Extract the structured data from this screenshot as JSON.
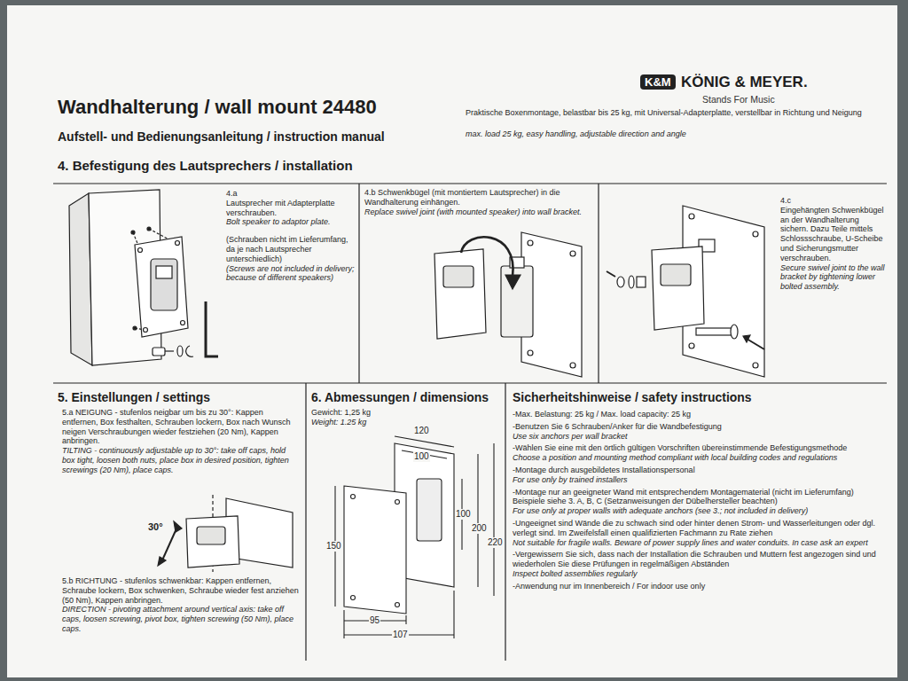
{
  "diagram": {
    "title": "Wandhalterung / wall mount 24480",
    "nodes": [
      {
        "text": [
          "4.a",
          "Lautsprecher mit Adapterplatte verschrauben.",
          "Bolt speaker to adaptor plate.",
          "(Schrauben nicht im Lieferumfang, da je nach Lautsprecher unterschiedlich)",
          "(Screws are not included in delivery; because of different speakers)"
        ]
      },
      {
        "text": [
          "4.b Schwenkbügel (mit montiertem Lautsprecher) in die Wandhalterung einhängen.",
          "Replace swivel joint (with mounted speaker) into wall bracket."
        ]
      },
      {
        "text": [
          "4.c",
          "Eingehängten Schwenkbügel an der Wandhalterung sichern. Dazu Teile mittels Schlossschraube, U-Scheibe und Sicherungsmutter verschrauben.",
          "Secure swivel joint to the wall bracket by tightening lower bolted assembly."
        ]
      },
      {
        "text": [
          "5. Einstellungen / settings",
          "5.a NEIGUNG - stufenlos neigbar um bis zu 30°: Kappen entfernen, Box festhalten, Schrauben lockern, Box nach Wunsch neigen Verschraubungen wieder festziehen (20 Nm), Kappen anbringen.",
          "TILTING - continuously adjustable up to 30°: take off caps, hold box tight, loosen both nuts, place box in desired position, tighten screwings (20 Nm), place caps.",
          "5.b RICHTUNG - stufenlos schwenkbar: Kappen entfernen, Schraube lockern, Box schwenken, Schraube wieder fest anziehen (50 Nm), Kappen anbringen.",
          "DIRECTION - pivoting attachment around vertical axis: take off caps, loosen screwing, pivot box, tighten screwing (50 Nm), place caps."
        ]
      },
      {
        "text": [
          "6. Abmessungen / dimensions",
          "Gewicht: 1,25 kg",
          "Weight: 1.25 kg"
        ]
      },
      {
        "text": [
          "Sicherheitshinweise / safety instructions",
          "-Max. Belastung: 25 kg / Max. load capacity: 25 kg",
          "-Benutzen Sie 6 Schrauben/Anker für die Wandbefestigung",
          "Use six anchors per wall bracket",
          "-Wählen Sie eine mit den örtlich gültigen Vorschriften übereinstimmende Befestigungsmethode",
          "Choose a position and mounting method compliant with local building codes and regulations",
          "-Montage durch ausgebildetes Installationspersonal",
          "For use only by trained installers",
          "-Montage nur an geeigneter Wand mit entsprechendem Montagematerial (nicht im Lieferumfang) Beispiele siehe 3. A, B, C (Setzanweisungen der Dübelhersteller beachten)",
          "For use only at proper walls with adequate anchors (see 3.; not included in delivery)",
          "-Ungeeignet sind Wände die zu schwach sind oder hinter denen Strom- und Wasserleitungen oder dgl. verlegt sind. Im Zweifelsfall einen qualifizierten Fachmann zu Rate ziehen",
          "Not suitable for fragile walls. Beware of power supply lines and water conduits. In case ask an expert",
          "-Vergewissern Sie sich, dass nach der Installation die Schrauben und Muttern fest angezogen sind und wiederholen Sie diese Prüfungen in regelmäßigen Abständen",
          "Inspect bolted assemblies regularly",
          "-Anwendung nur im Innenbereich / For indoor use only"
        ]
      }
    ],
    "labels": [
      "K&M",
      "KÖNIG & MEYER.",
      "Stands For Music",
      "Aufstell- und Bedienungsanleitung / instruction manual",
      "4. Befestigung des Lautsprechers / installation",
      "Praktische Boxenmontage, belastbar bis 25 kg, mit Universal-Adapterplatte, verstellbar in Richtung und Neigung",
      "max. load 25 kg, easy handling, adjustable direction and angle",
      "30°",
      "120",
      "100",
      "100",
      "200",
      "220",
      "150",
      "95",
      "107"
    ]
  }
}
